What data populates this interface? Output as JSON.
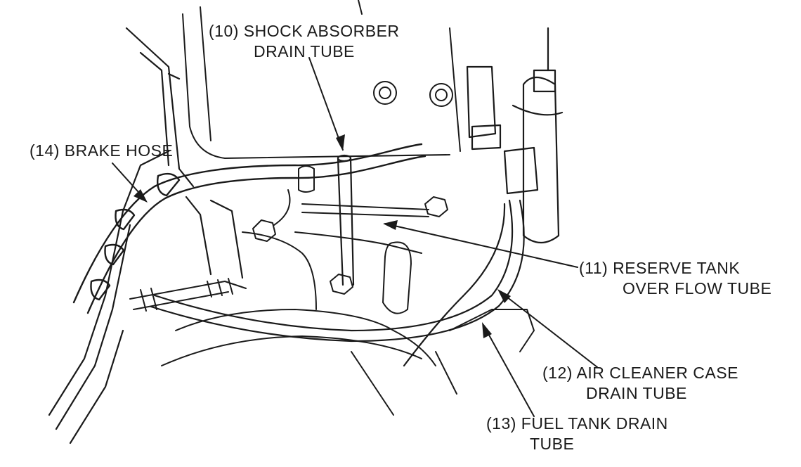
{
  "callouts": [
    {
      "id": "shock-absorber-drain-tube",
      "lines": [
        "(10) SHOCK ABSORBER",
        "DRAIN TUBE"
      ]
    },
    {
      "id": "reserve-tank-over-flow-tube",
      "lines": [
        "(11) RESERVE TANK",
        "OVER FLOW TUBE"
      ]
    },
    {
      "id": "air-cleaner-case-drain-tube",
      "lines": [
        "(12) AIR CLEANER CASE",
        "DRAIN TUBE"
      ]
    },
    {
      "id": "fuel-tank-drain-tube",
      "lines": [
        "(13) FUEL TANK DRAIN",
        "TUBE"
      ]
    },
    {
      "id": "brake-hose",
      "lines": [
        "(14) BRAKE HOSE"
      ]
    }
  ],
  "colors": {
    "ink": "#1a1a1a",
    "paper": "#ffffff",
    "shade": "#d9d9d9"
  }
}
